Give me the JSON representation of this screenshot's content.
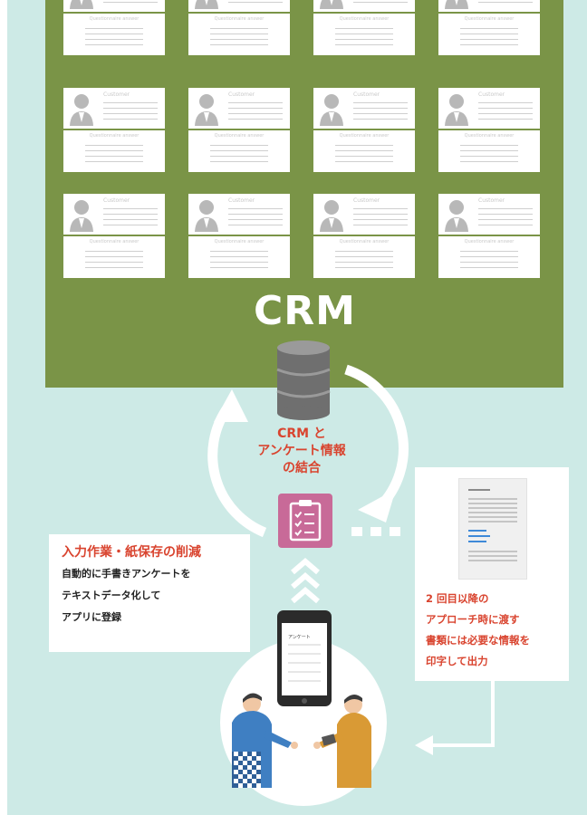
{
  "crm": {
    "title": "CRM",
    "card_title": "Customer",
    "card_subtitle": "Questionnaire answer"
  },
  "cycle": {
    "line1": "CRM と",
    "line2": "アンケート情報",
    "line3": "の結合"
  },
  "left_callout": {
    "heading": "入力作業・紙保存の削減",
    "body": "自動的に手書きアンケートを\nテキストデータ化して\nアプリに登録"
  },
  "right_callout": {
    "body": "2 回目以降の\nアプローチ時に渡す\n書類には必要な情報を\n印字して出力"
  },
  "phone": {
    "screen_label": "アンケート"
  },
  "colors": {
    "panel_green": "#7a9447",
    "background_mint": "#cdeae6",
    "accent_red": "#d9442f",
    "clipboard_pink": "#c86a98",
    "database_gray": "#6f6f6f"
  },
  "icons": [
    "database-icon",
    "clipboard-checklist-icon",
    "document-icon",
    "smartphone-icon",
    "avatar-icon",
    "cycle-arrows-icon",
    "upward-chevrons-icon"
  ]
}
